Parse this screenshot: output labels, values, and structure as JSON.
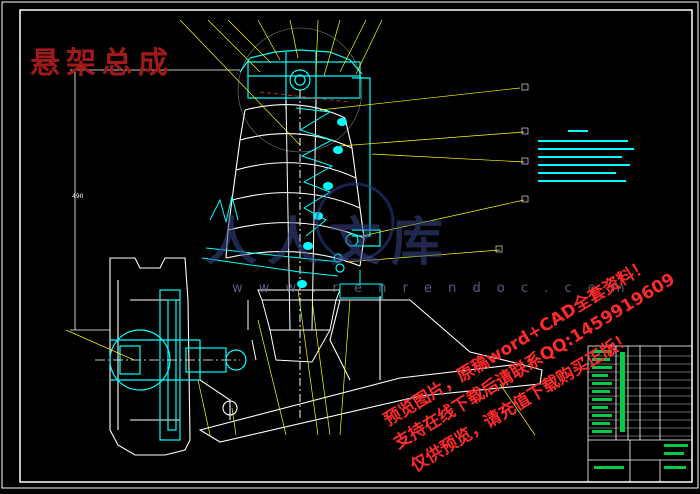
{
  "drawing": {
    "title": "悬架总成",
    "watermark_text": "人人文库",
    "watermark_url": "w w w . r e n r e n d o c . c o m",
    "notice_line1": "预览图片，原稿word+CAD全套资料！",
    "notice_line2": "支持在线下载后请联系QQ:1459919609",
    "notice_line3": "仅供预览，请充值下载购买正版！"
  },
  "colors": {
    "background": "#000000",
    "outline": "#ffffff",
    "part": "#00ffff",
    "leader": "#ffff00",
    "title_block_fill": "#00cc44",
    "red_text": "#ff2a2a",
    "title_red": "#a01a1a"
  },
  "icons": {
    "spring": "coil-spring-icon",
    "wheel": "wheel-hub-icon",
    "arm": "lower-control-arm-icon"
  }
}
